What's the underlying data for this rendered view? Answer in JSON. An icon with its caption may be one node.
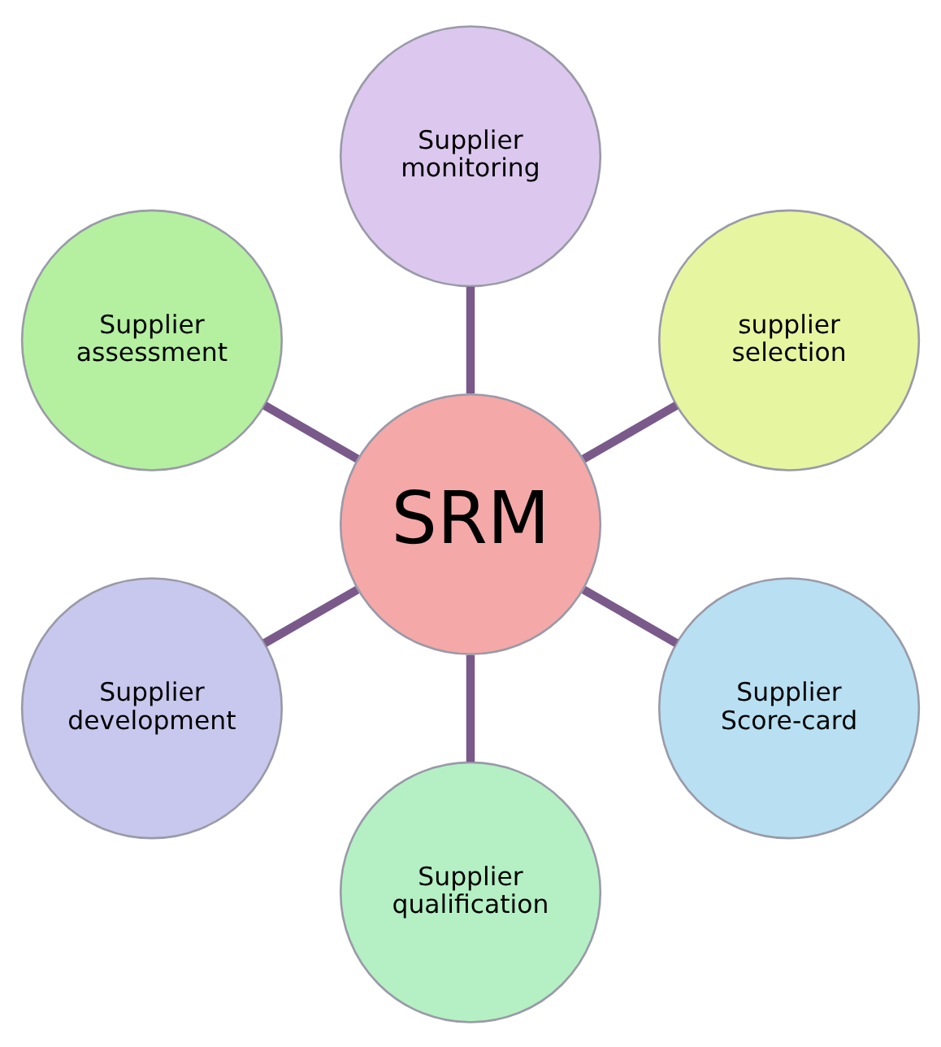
{
  "diagram": {
    "nodes": [
      {
        "text": [
          "supplier selection"
        ]
      },
      {
        "text": [
          "Supplier monitoring"
        ]
      },
      {
        "text": [
          "Supplier assessment"
        ]
      },
      {
        "text": [
          "SRM"
        ]
      },
      {
        "text": [
          "Supplier development"
        ]
      },
      {
        "text": [
          "Supplier qualification"
        ]
      },
      {
        "text": [
          "Supplier Score-card"
        ]
      }
    ],
    "edges": [
      {
        "from": 3,
        "to": 0,
        "arrow": "none"
      },
      {
        "from": 3,
        "to": 2,
        "arrow": "none"
      },
      {
        "from": 3,
        "to": 5,
        "arrow": "none"
      },
      {
        "from": 3,
        "to": 6,
        "arrow": "none"
      },
      {
        "from": 3,
        "to": 4,
        "arrow": "none"
      },
      {
        "from": 3,
        "to": 1,
        "arrow": "none"
      }
    ]
  }
}
